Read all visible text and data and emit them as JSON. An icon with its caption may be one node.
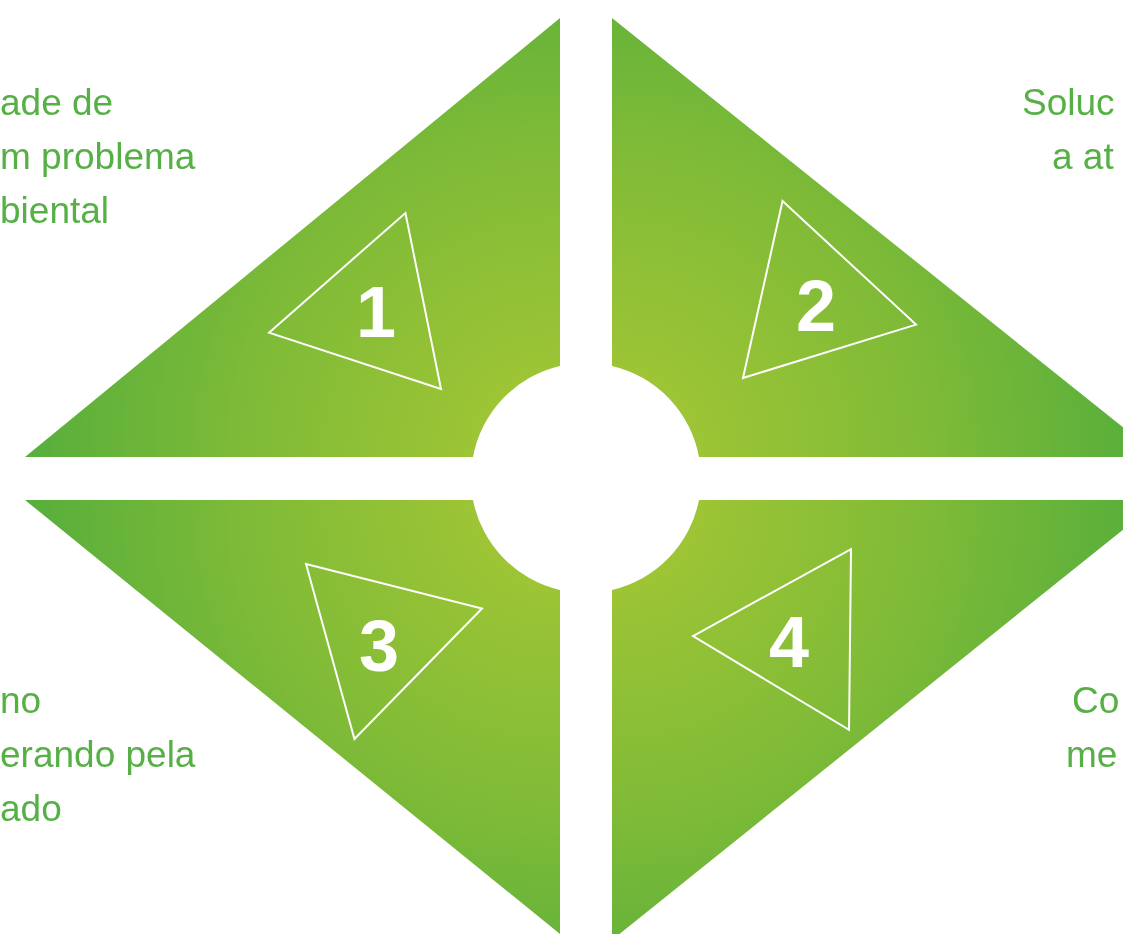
{
  "diagram": {
    "nodes": [
      {
        "text": [],
        "shape": "triangle"
      },
      {
        "text": [
          "1"
        ],
        "in": 0
      },
      {
        "text": [],
        "shape": "triangle"
      },
      {
        "text": [
          "2"
        ],
        "in": 2
      },
      {
        "text": [],
        "shape": "triangle"
      },
      {
        "text": [
          "3"
        ],
        "in": 4
      },
      {
        "text": [],
        "shape": "triangle"
      },
      {
        "text": [
          "4"
        ],
        "in": 6
      }
    ],
    "edges": [],
    "labels": [
      "ade de",
      "Soluc",
      "m problema",
      "a at",
      "biental",
      "no",
      "Co",
      "erando pela",
      "me",
      "ado"
    ]
  }
}
